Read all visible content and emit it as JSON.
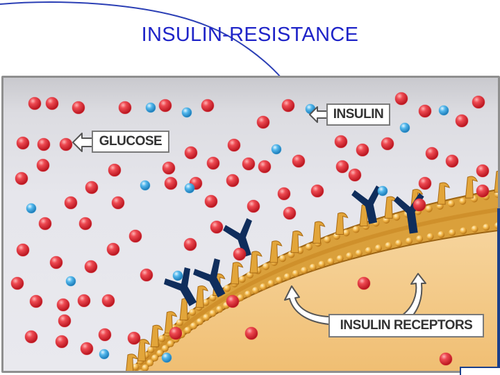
{
  "slide": {
    "title": "INSULIN-RESISTANCE",
    "title_color": "#1f24c8",
    "arc_color": "#2b3fb5"
  },
  "diagram": {
    "labels": {
      "insulin": "INSULIN",
      "glucose": "GLUCOSE",
      "receptors": "INSULIN RECEPTORS"
    },
    "colors": {
      "glucose": "#e0303a",
      "insulin": "#3aa7e0",
      "receptor": "#0f2d5c",
      "membrane": "#d99a2b",
      "cell_interior": "#f3c88a",
      "background": "#e6e6ec"
    },
    "icons": [
      "arrow-left-icon",
      "curved-arrow-icon"
    ]
  }
}
